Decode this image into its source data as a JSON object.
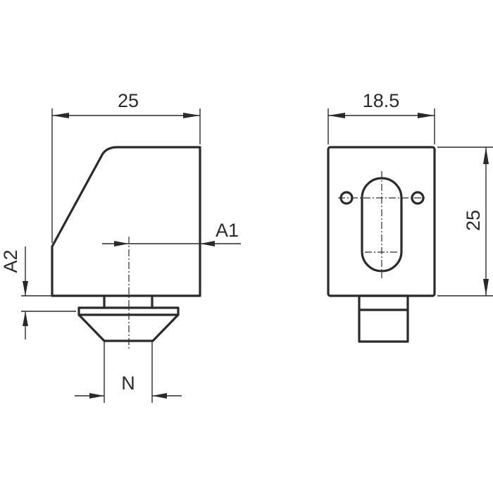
{
  "dimensions": {
    "front_width": "25",
    "side_width": "18.5",
    "side_height": "25",
    "offset_a1": "A1",
    "offset_a2": "A2",
    "slot_n": "N"
  }
}
